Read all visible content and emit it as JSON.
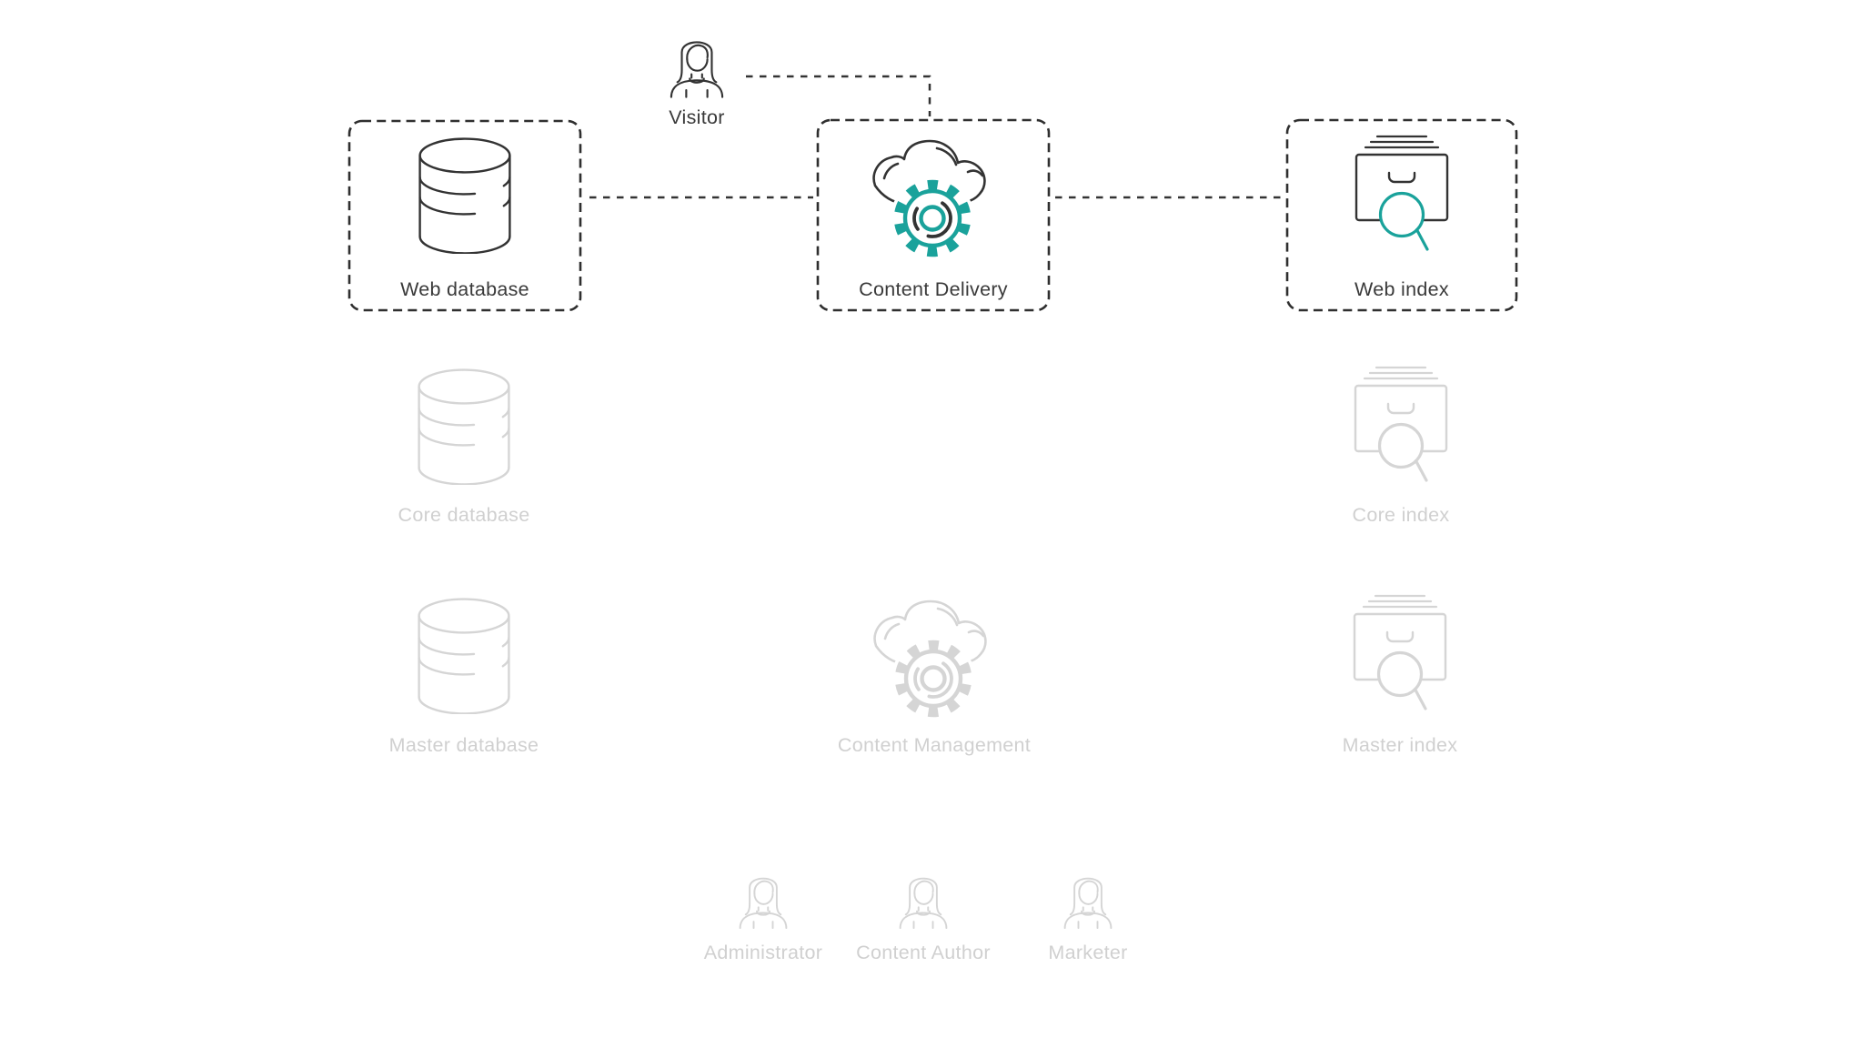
{
  "diagram": {
    "colors": {
      "background": "#FFFFFF",
      "ink": "#333333",
      "accent": "#1AA29B",
      "faded": "#D5D5D5"
    },
    "nodes": {
      "visitor": {
        "label": "Visitor",
        "state": "active"
      },
      "web_database": {
        "label": "Web database",
        "state": "active"
      },
      "content_delivery": {
        "label": "Content Delivery",
        "state": "active"
      },
      "web_index": {
        "label": "Web index",
        "state": "active"
      },
      "core_database": {
        "label": "Core database",
        "state": "faded"
      },
      "core_index": {
        "label": "Core index",
        "state": "faded"
      },
      "master_database": {
        "label": "Master database",
        "state": "faded"
      },
      "content_management": {
        "label": "Content Management",
        "state": "faded"
      },
      "master_index": {
        "label": "Master index",
        "state": "faded"
      },
      "administrator": {
        "label": "Administrator",
        "state": "faded"
      },
      "content_author": {
        "label": "Content Author",
        "state": "faded"
      },
      "marketer": {
        "label": "Marketer",
        "state": "faded"
      }
    },
    "connections": [
      {
        "from": "visitor",
        "to": "content_delivery",
        "style": "dashed-elbow"
      },
      {
        "from": "web_database",
        "to": "content_delivery",
        "style": "dashed"
      },
      {
        "from": "content_delivery",
        "to": "web_index",
        "style": "dashed"
      }
    ]
  }
}
